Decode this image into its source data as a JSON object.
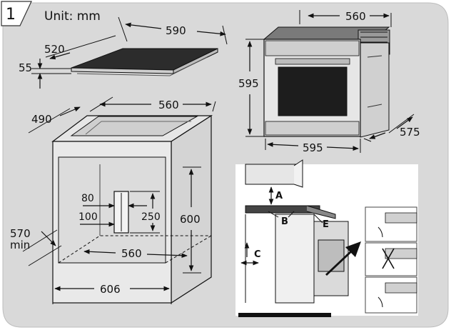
{
  "step_number": "1",
  "unit_label": "Unit: mm",
  "hob": {
    "width": "590",
    "depth": "520",
    "height": "55"
  },
  "oven": {
    "width_top": "560",
    "height": "595",
    "width_bottom": "595",
    "depth": "575"
  },
  "cabinet": {
    "top_width": "560",
    "top_depth": "490",
    "opening_depth_min": "570",
    "opening_depth_min_suffix": "min",
    "inner_width": "560",
    "outer_width": "606",
    "opening_height": "600",
    "vent_width": "80",
    "vent_offset": "100",
    "vent_height": "250"
  },
  "install": {
    "label_a": "A",
    "label_b": "B",
    "label_c": "C",
    "label_e": "E"
  },
  "colors": {
    "panel_bg": "#d9d9d9",
    "line": "#1a1a1a",
    "inset_bg": "#ffffff",
    "arrow": "#111111"
  }
}
